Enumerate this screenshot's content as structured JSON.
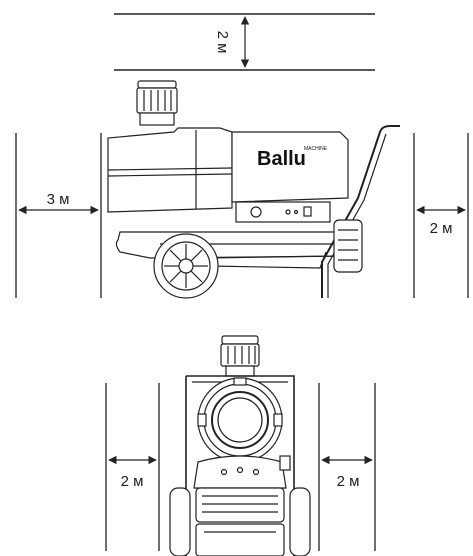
{
  "labels": {
    "top_clearance": "2 м",
    "rear_clearance": "3 м",
    "front_clearance": "2 м",
    "left_side_clearance": "2 м",
    "right_side_clearance": "2 м"
  },
  "brand": {
    "logo": "Ballu",
    "logo_sub": "MACHINE"
  },
  "colors": {
    "line": "#222222",
    "fill": "#ffffff",
    "shade": "#bdbdbd"
  },
  "icons": {
    "arrow": "double-headed-arrow"
  }
}
